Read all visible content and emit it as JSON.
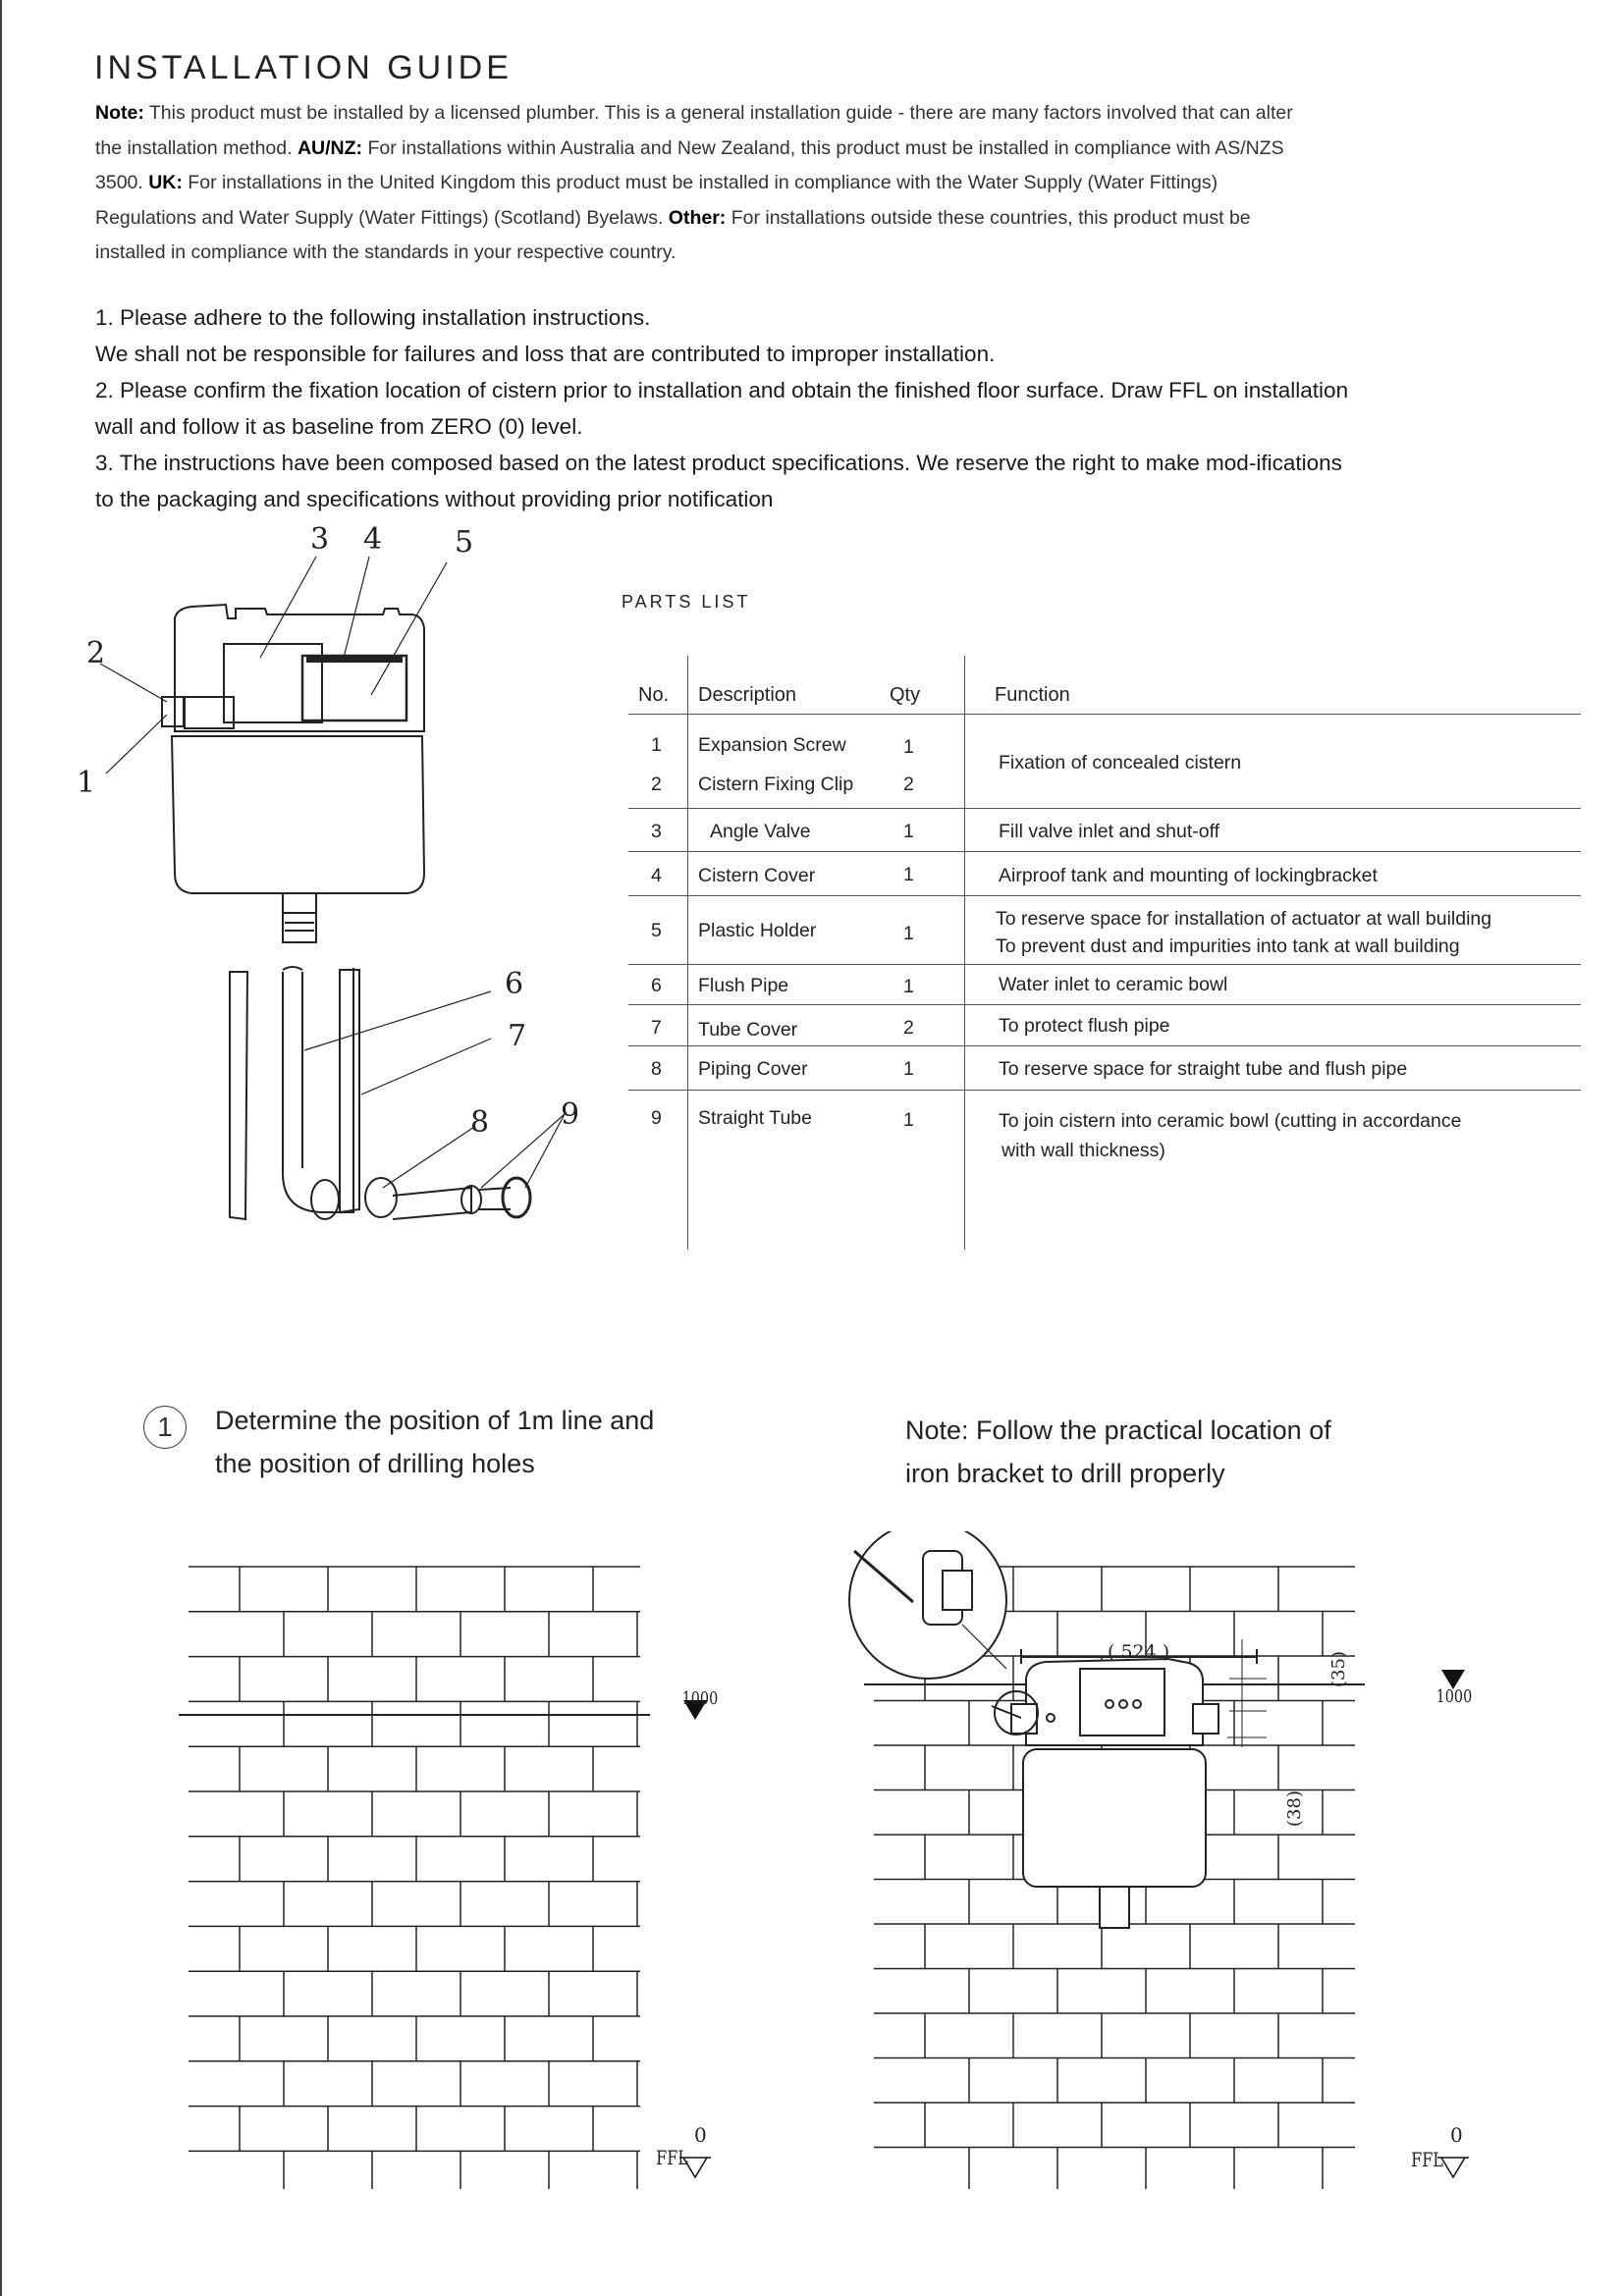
{
  "title": "INSTALLATION GUIDE",
  "note": {
    "p1_label": "Note:",
    "p1_text": " This product must be installed by a licensed plumber. This is a general installation guide - there are many factors involved that can alter the installation method. ",
    "p2_label": "AU/NZ:",
    "p2_text": " For installations within Australia and New Zealand, this product must be installed in compliance with AS/NZS 3500. ",
    "p3_label": "UK:",
    "p3_text": " For installations in the United Kingdom this product must be  installed in compliance with the Water Supply (Water Fittings) Regulations and Water Supply (Water Fittings) (Scotland) Byelaws. ",
    "p4_label": "Other:",
    "p4_text": " For installations outside these countries, this product must be installed in compliance with the standards in your respective country."
  },
  "instructions": {
    "l1": "1. Please adhere to the following installation instructions.",
    "l2": "We shall not be responsible for failures and loss that are contributed to improper installation.",
    "l3": "2. Please confirm the fixation location of cistern prior to installation and obtain the finished floor surface. Draw FFL on installation wall and follow it as baseline from ZERO (0) level.",
    "l4": "3. The instructions have been composed based on the latest product specifications. We reserve the right to make mod-ifications to the packaging and specifications without providing prior notification"
  },
  "parts": {
    "title": "PARTS LIST",
    "headers": {
      "no": "No.",
      "desc": "Description",
      "qty": "Qty",
      "func": "Function"
    },
    "rows": [
      {
        "no": "1",
        "desc": "Expansion Screw",
        "qty": "1"
      },
      {
        "no": "2",
        "desc": "Cistern Fixing Clip",
        "qty": "2"
      },
      {
        "no": "3",
        "desc": "Angle Valve",
        "qty": "1",
        "func": "Fill valve inlet and shut-off"
      },
      {
        "no": "4",
        "desc": "Cistern Cover",
        "qty": "1",
        "func": "Airproof tank and mounting of lockingbracket"
      },
      {
        "no": "5",
        "desc": "Plastic Holder",
        "qty": "1",
        "func": "To reserve space for installation of actuator at wall building",
        "func2": "To prevent dust and impurities into tank at wall building"
      },
      {
        "no": "6",
        "desc": "Flush Pipe",
        "qty": "1",
        "func": "Water inlet to ceramic bowl"
      },
      {
        "no": "7",
        "desc": "Tube Cover",
        "qty": "2",
        "func": "To protect flush pipe"
      },
      {
        "no": "8",
        "desc": "Piping Cover",
        "qty": "1",
        "func": "To reserve space for straight tube and flush pipe"
      },
      {
        "no": "9",
        "desc": "Straight Tube",
        "qty": "1",
        "func": "To join cistern into ceramic bowl (cutting in accordance",
        "func2": "with wall thickness)"
      }
    ],
    "func_12": "Fixation of concealed cistern"
  },
  "callouts": [
    "1",
    "2",
    "3",
    "4",
    "5",
    "6",
    "7",
    "8",
    "9"
  ],
  "step1": {
    "number": "1",
    "line1": "Determine the position of 1m line and",
    "line2": "the position of drilling holes"
  },
  "note2": {
    "line1": "Note: Follow the practical location of",
    "line2": "iron bracket to drill properly"
  },
  "labels": {
    "level_1000": "1000",
    "ffl": "FFL",
    "zero": "0",
    "dim_524": "( 524 )",
    "dim_35": "(35)",
    "dim_38": "(38)"
  }
}
